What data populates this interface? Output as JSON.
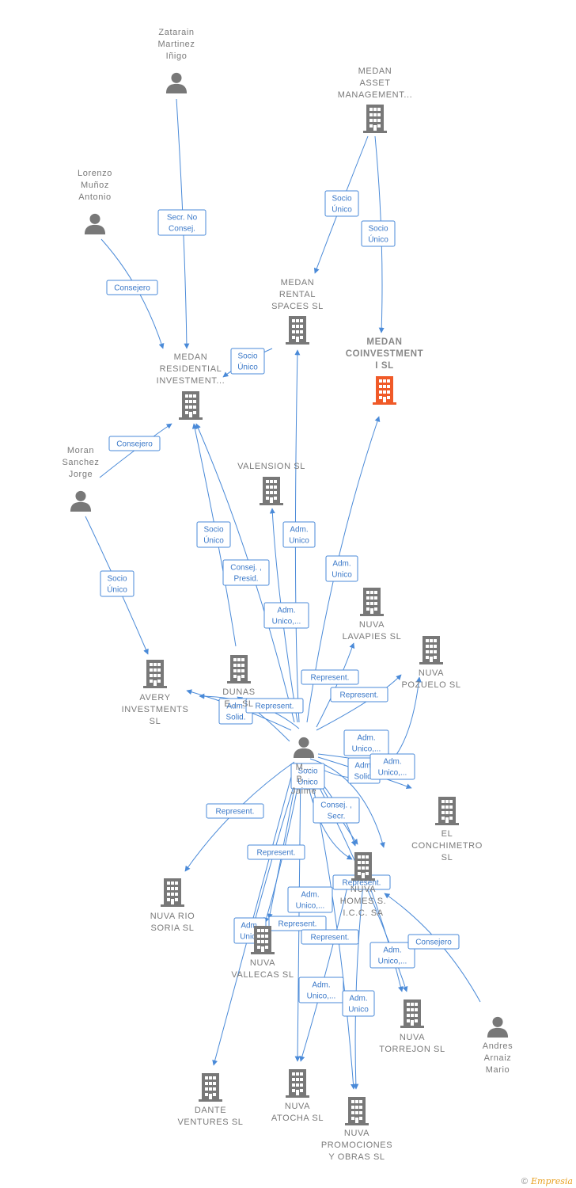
{
  "colors": {
    "edge": "#4a8ad8",
    "node": "#787878",
    "focus": "#f05a28"
  },
  "nodes": [
    {
      "id": "zatarain",
      "type": "person",
      "lines": [
        "Zatarain",
        "Martinez",
        "Iñigo"
      ]
    },
    {
      "id": "medan_asset",
      "type": "company",
      "lines": [
        "MEDAN",
        "ASSET",
        "MANAGEMENT..."
      ]
    },
    {
      "id": "lorenzo",
      "type": "person",
      "lines": [
        "Lorenzo",
        "Muñoz",
        "Antonio"
      ]
    },
    {
      "id": "medan_rental",
      "type": "company",
      "lines": [
        "MEDAN",
        "RENTAL",
        "SPACES  SL"
      ]
    },
    {
      "id": "medan_coinv",
      "type": "company",
      "focus": true,
      "lines": [
        "MEDAN",
        "COINVESTMENT",
        "I  SL"
      ]
    },
    {
      "id": "medan_resid",
      "type": "company",
      "lines": [
        "MEDAN",
        "RESIDENTIAL",
        "INVESTMENT..."
      ]
    },
    {
      "id": "moran",
      "type": "person",
      "lines": [
        "Moran",
        "Sanchez",
        "Jorge"
      ]
    },
    {
      "id": "valension",
      "type": "company",
      "lines": [
        "VALENSION  SL"
      ]
    },
    {
      "id": "nuva_lavapies",
      "type": "company",
      "lines": [
        "NUVA",
        "LAVAPIES  SL"
      ]
    },
    {
      "id": "nuva_pozuelo",
      "type": "company",
      "lines": [
        "NUVA",
        "POZUELO  SL"
      ]
    },
    {
      "id": "avery",
      "type": "company",
      "lines": [
        "AVERY",
        "INVESTMENTS",
        "SL"
      ]
    },
    {
      "id": "dunas",
      "type": "company",
      "lines": [
        "DUNAS",
        "E...  SL"
      ]
    },
    {
      "id": "jaime",
      "type": "person",
      "lines": [
        "M...",
        "B...",
        "Jaime"
      ]
    },
    {
      "id": "el_conchimetro",
      "type": "company",
      "lines": [
        "EL",
        "CONCHIMETRO",
        "SL"
      ]
    },
    {
      "id": "nuva_rio",
      "type": "company",
      "lines": [
        "NUVA RIO",
        "SORIA  SL"
      ]
    },
    {
      "id": "nuva_homes",
      "type": "company",
      "lines": [
        "NUVA",
        "HOMES S.",
        "I.C.C. SA"
      ]
    },
    {
      "id": "nuva_vallecas",
      "type": "company",
      "lines": [
        "NUVA",
        "VALLECAS  SL"
      ]
    },
    {
      "id": "nuva_torrejon",
      "type": "company",
      "lines": [
        "NUVA",
        "TORREJON  SL"
      ]
    },
    {
      "id": "andres",
      "type": "person",
      "lines": [
        "Andres",
        "Arnaiz",
        "Mario"
      ]
    },
    {
      "id": "dante",
      "type": "company",
      "lines": [
        "DANTE",
        "VENTURES  SL"
      ]
    },
    {
      "id": "nuva_atocha",
      "type": "company",
      "lines": [
        "NUVA",
        "ATOCHA  SL"
      ]
    },
    {
      "id": "nuva_promo",
      "type": "company",
      "lines": [
        "NUVA",
        "PROMOCIONES",
        "Y OBRAS  SL"
      ]
    }
  ],
  "edge_labels": [
    {
      "id": "e_secr",
      "lines": [
        "Secr.  No",
        "Consej."
      ]
    },
    {
      "id": "e_asset_rental",
      "lines": [
        "Socio",
        "Único"
      ]
    },
    {
      "id": "e_asset_coinv",
      "lines": [
        "Socio",
        "Único"
      ]
    },
    {
      "id": "e_lorenzo",
      "lines": [
        "Consejero"
      ]
    },
    {
      "id": "e_rental_resid",
      "lines": [
        "Socio",
        "Único"
      ]
    },
    {
      "id": "e_moran_resid",
      "lines": [
        "Consejero"
      ]
    },
    {
      "id": "e_dunas_resid",
      "lines": [
        "Socio",
        "Único"
      ]
    },
    {
      "id": "e_jaime_resid",
      "lines": [
        "Consej. ,",
        "Presid."
      ]
    },
    {
      "id": "e_valension",
      "lines": [
        "Adm.",
        "Unico"
      ]
    },
    {
      "id": "e_coinv",
      "lines": [
        "Adm.",
        "Unico"
      ]
    },
    {
      "id": "e_moran_avery",
      "lines": [
        "Socio",
        "Único"
      ]
    },
    {
      "id": "e_rental_adm",
      "lines": [
        "Adm.",
        "Unico,..."
      ]
    },
    {
      "id": "e_lavapies",
      "lines": [
        "Represent."
      ]
    },
    {
      "id": "e_pozuelo",
      "lines": [
        "Represent."
      ]
    },
    {
      "id": "e_avery",
      "lines": [
        "Adm.",
        "Solid."
      ]
    },
    {
      "id": "e_dunas",
      "lines": [
        "Represent."
      ]
    },
    {
      "id": "e_conchi1",
      "lines": [
        "Adm.",
        "Unico,..."
      ]
    },
    {
      "id": "e_conchi2",
      "lines": [
        "Adm.",
        "Solid."
      ]
    },
    {
      "id": "e_conchi3",
      "lines": [
        "Adm.",
        "Unico,..."
      ]
    },
    {
      "id": "e_jaime_socio",
      "lines": [
        "Socio",
        "Único"
      ]
    },
    {
      "id": "e_rio",
      "lines": [
        "Represent."
      ]
    },
    {
      "id": "e_homes_consej",
      "lines": [
        "Consej. ,",
        "Secr."
      ]
    },
    {
      "id": "e_vallecas_rep",
      "lines": [
        "Represent."
      ]
    },
    {
      "id": "e_homes_rep",
      "lines": [
        "Represent."
      ]
    },
    {
      "id": "e_adm_unico_c",
      "lines": [
        "Adm.",
        "Unico,..."
      ]
    },
    {
      "id": "e_vallecas_rep2",
      "lines": [
        "Represent."
      ]
    },
    {
      "id": "e_vallecas_adm",
      "lines": [
        "Adm.",
        "Unico"
      ]
    },
    {
      "id": "e_homes_rep2",
      "lines": [
        "Represent."
      ]
    },
    {
      "id": "e_torrejon",
      "lines": [
        "Adm.",
        "Unico,..."
      ]
    },
    {
      "id": "e_andres",
      "lines": [
        "Consejero"
      ]
    },
    {
      "id": "e_atocha",
      "lines": [
        "Adm.",
        "Unico,..."
      ]
    },
    {
      "id": "e_promo",
      "lines": [
        "Adm.",
        "Unico"
      ]
    }
  ],
  "footer": {
    "copyright": "©",
    "brand": "Empresia"
  }
}
